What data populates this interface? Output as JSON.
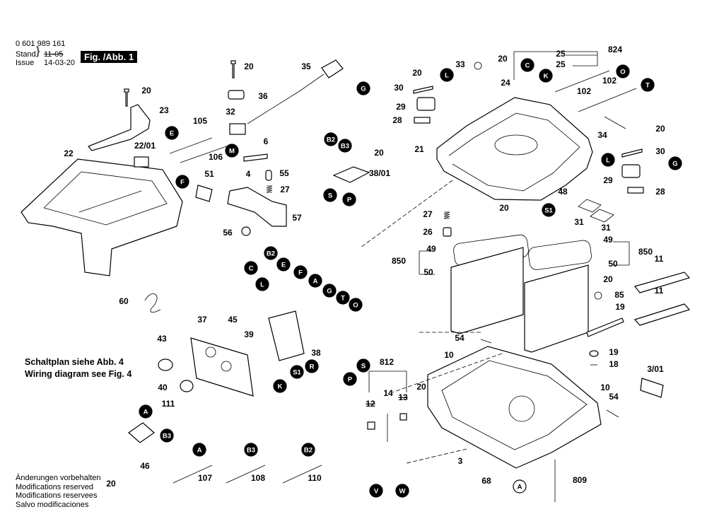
{
  "header": {
    "part_number": "0 601 989 161",
    "stand_label": "Stand",
    "stand_old": "11-05",
    "issue_label": "Issue",
    "issue_date": "14-03-20",
    "figure": "Fig. /Abb. 1"
  },
  "notes": {
    "schaltplan": "Schaltplan siehe Abb. 4",
    "wiring": "Wiring diagram see Fig. 4"
  },
  "modifications": [
    "Änderungen vorbehalten",
    "Modifications reserved",
    "Modifications reservees",
    "Salvo modificaciones"
  ],
  "labels": [
    "20",
    "35",
    "20",
    "23",
    "36",
    "32",
    "105",
    "22/01",
    "106",
    "22",
    "6",
    "4",
    "55",
    "51",
    "27",
    "56",
    "57",
    "33",
    "20",
    "20",
    "30",
    "24",
    "29",
    "28",
    "25",
    "25",
    "824",
    "102",
    "102",
    "21",
    "20",
    "34",
    "30",
    "29",
    "28",
    "20",
    "38/01",
    "48",
    "20",
    "31",
    "31",
    "27",
    "26",
    "49",
    "850",
    "50",
    "49",
    "850",
    "50",
    "11",
    "20",
    "85",
    "11",
    "19",
    "60",
    "37",
    "45",
    "39",
    "43",
    "40",
    "111",
    "46",
    "20",
    "107",
    "108",
    "110",
    "38",
    "54",
    "10",
    "20",
    "812",
    "14",
    "12",
    "13",
    "19",
    "18",
    "3/01",
    "10",
    "54",
    "3",
    "68",
    "809"
  ],
  "letters": [
    "E",
    "M",
    "F",
    "B2",
    "B3",
    "S",
    "P",
    "G",
    "L",
    "C",
    "K",
    "O",
    "T",
    "S1",
    "L",
    "G",
    "C",
    "B2",
    "E",
    "F",
    "A",
    "G",
    "T",
    "O",
    "L",
    "R",
    "S1",
    "S",
    "P",
    "K",
    "A",
    "B3",
    "A",
    "B3",
    "B2",
    "V",
    "W",
    "A"
  ]
}
